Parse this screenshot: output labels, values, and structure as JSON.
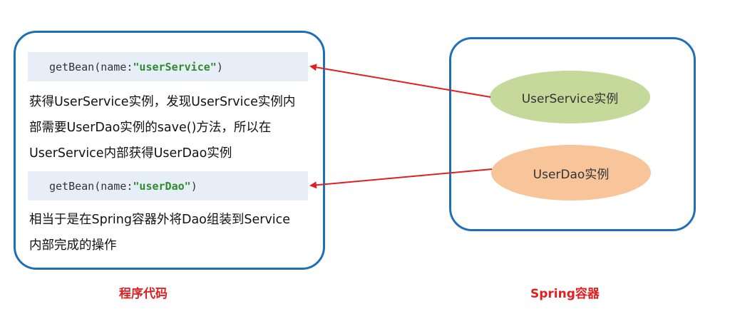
{
  "left_panel": {
    "code1": {
      "prefix": "getBean(name:",
      "key": "\"userService\"",
      "suffix": ")"
    },
    "desc1_lines": [
      "获得UserService实例，发现UserSrvice实例内",
      "部需要UserDao实例的save()方法，所以在",
      "UserService内部获得UserDao实例"
    ],
    "code2": {
      "prefix": "getBean(name:",
      "key": "\"userDao\"",
      "suffix": ")"
    },
    "desc2_lines": [
      "相当于是在Spring容器外将Dao组装到Service",
      "内部完成的操作"
    ],
    "caption": "程序代码"
  },
  "right_panel": {
    "userservice_label": "UserService实例",
    "userdao_label": "UserDao实例",
    "caption": "Spring容器"
  },
  "colors": {
    "panel_border": "#1f6fb8",
    "code_bg": "#e8eef8",
    "code_key": "#2e8b2e",
    "ellipse_userservice": "#c5d99a",
    "ellipse_userdao": "#f8c59a",
    "arrow": "#e02020",
    "caption": "#e02020"
  }
}
